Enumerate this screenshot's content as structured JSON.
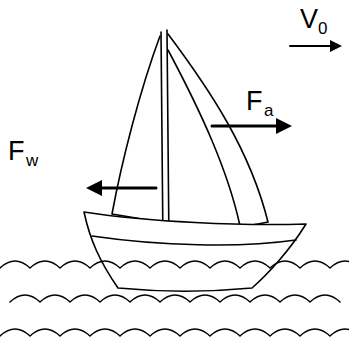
{
  "diagram": {
    "labels": [
      "V",
      "0",
      "F",
      "a",
      "F",
      "w"
    ]
  }
}
